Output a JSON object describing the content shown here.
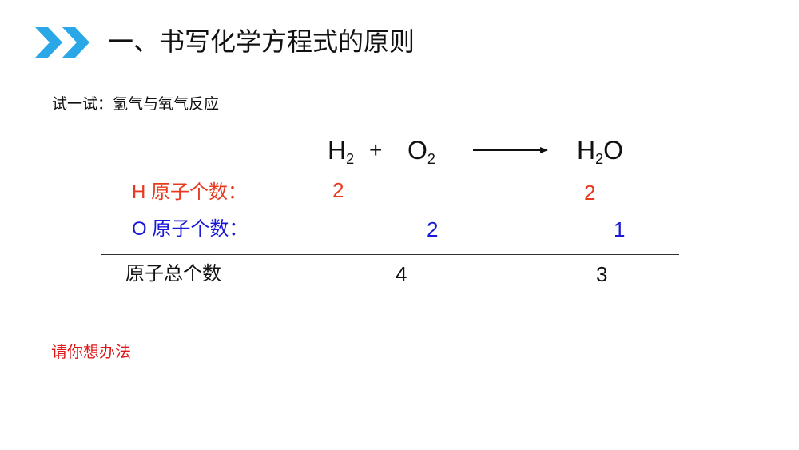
{
  "header": {
    "icon": "double-chevron-right-icon",
    "icon_color": "#2aa7e6",
    "title": "一、书写化学方程式的原则"
  },
  "subtitle": "试一试：氢气与氧气反应",
  "equation": {
    "reactant1": {
      "symbol": "H",
      "subscript": "2"
    },
    "plus": "+",
    "reactant2": {
      "symbol": "O",
      "subscript": "2"
    },
    "arrow": "arrow-right-icon",
    "product": {
      "symbol1": "H",
      "subscript": "2",
      "symbol2": "O"
    }
  },
  "rows": {
    "hydrogen": {
      "label": "H 原子个数：",
      "left_value": "2",
      "right_value": "2",
      "color": "#e8391e"
    },
    "oxygen": {
      "label": "O 原子个数：",
      "left_value": "2",
      "right_value": "1",
      "color": "#1a1ad6"
    },
    "total": {
      "label": "原子总个数",
      "left_value": "4",
      "right_value": "3"
    }
  },
  "hint": "请你想办法"
}
